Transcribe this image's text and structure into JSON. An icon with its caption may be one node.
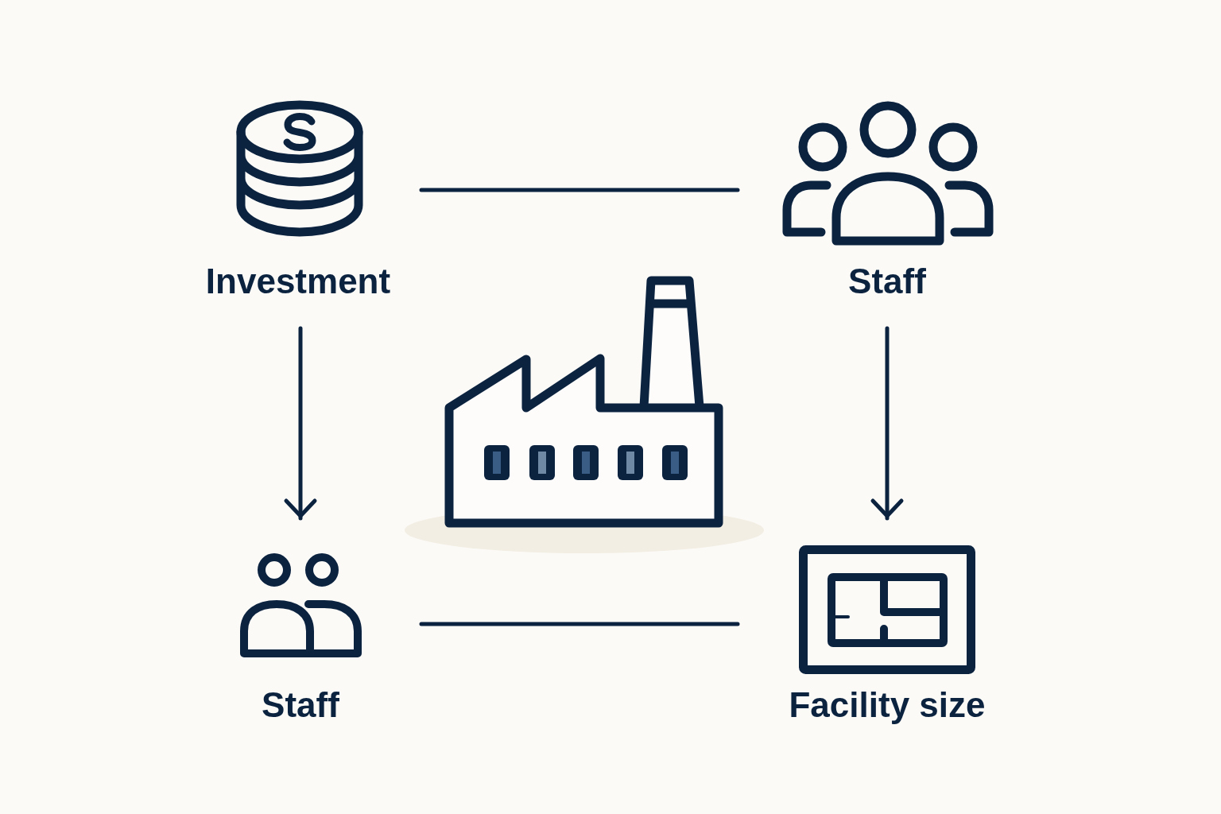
{
  "diagram": {
    "nodes": [
      {
        "text": [
          "Investment"
        ]
      },
      {
        "text": [
          "Staff"
        ]
      },
      {
        "text": [
          "Staff"
        ]
      },
      {
        "text": [
          "Facility size"
        ]
      }
    ],
    "edges": [
      {
        "from": 0,
        "to": 1,
        "arrow": "none"
      },
      {
        "from": 0,
        "to": 2,
        "arrow": "to"
      },
      {
        "from": 1,
        "to": 3,
        "arrow": "to"
      },
      {
        "from": 2,
        "to": 3,
        "arrow": "none"
      }
    ]
  }
}
